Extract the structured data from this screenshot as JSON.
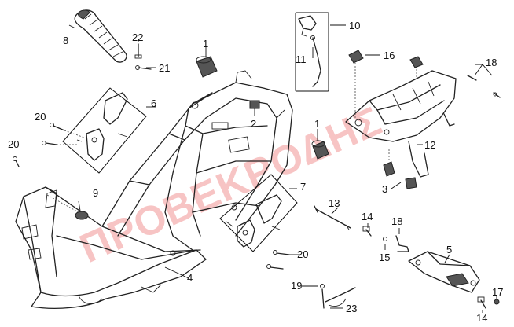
{
  "watermark": "ΠΡΟΒΕΚΡΟΔΗΣ",
  "callouts": {
    "c1a": "1",
    "c1b": "1",
    "c2": "2",
    "c3": "3",
    "c4": "4",
    "c5": "5",
    "c6": "6",
    "c7": "7",
    "c8": "8",
    "c9": "9",
    "c10": "10",
    "c11": "11",
    "c12": "12",
    "c13": "13",
    "c14a": "14",
    "c14b": "14",
    "c15": "15",
    "c16": "16",
    "c17": "17",
    "c18a": "18",
    "c18b": "18",
    "c19": "19",
    "c20a": "20",
    "c20b": "20",
    "c20c": "20",
    "c21": "21",
    "c22": "22",
    "c23": "23"
  }
}
